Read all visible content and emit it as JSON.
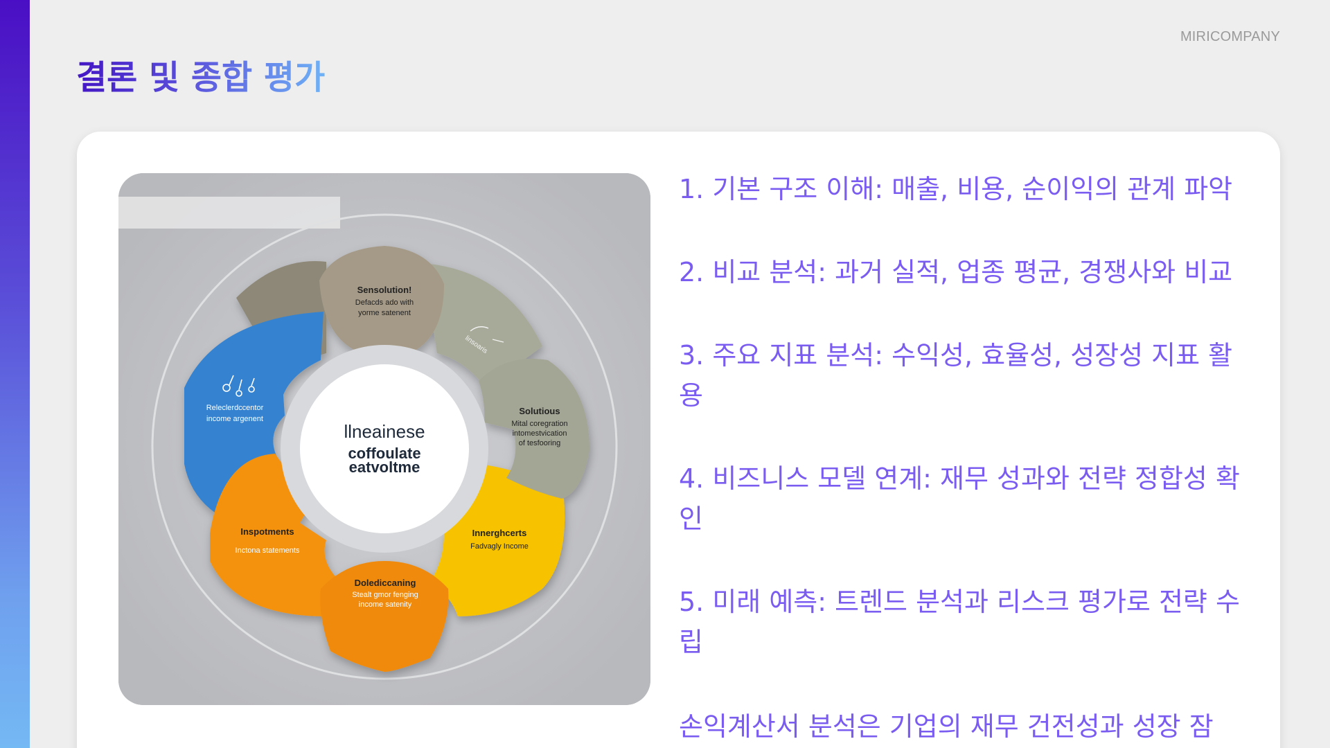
{
  "header": {
    "company": "MIRICOMPANY",
    "title": "결론 및 종합 평가"
  },
  "figure": {
    "center_line1": "llneainese",
    "center_line2": "coffoulate",
    "center_line3": "eatvoltme",
    "segments": [
      {
        "title": "Sensolution!",
        "line1": "Defacds ado with",
        "line2": "yorme satenent",
        "color": "#a59a87"
      },
      {
        "title": "",
        "line1": "linsoaris",
        "line2": "",
        "color": "#a7aa98"
      },
      {
        "title": "Solutious",
        "line1": "Mital coregration",
        "line2": "intomestvication",
        "line3": "of tesfooring",
        "color": "#a3a595"
      },
      {
        "title": "Innerghcerts",
        "line1": "Fadvagly Income",
        "line2": "",
        "color": "#f7c200"
      },
      {
        "title": "Dolediccaning",
        "line1": "Stealt gmor fenging",
        "line2": "income satenity",
        "color": "#f08a0c"
      },
      {
        "title": "Inspotments",
        "line1": "Inctona statements",
        "line2": "",
        "color": "#f4910e"
      },
      {
        "title": "Releclerdccentor",
        "line1": "income argenent",
        "line2": "",
        "color": "#3583d0"
      }
    ]
  },
  "bullets": [
    "1. 기본 구조 이해: 매출, 비용, 순이익의 관계 파악",
    "2. 비교 분석: 과거 실적, 업종 평균, 경쟁사와 비교",
    "3. 주요 지표 분석: 수익성, 효율성, 성장성 지표 활용",
    "4. 비즈니스 모델 연계: 재무 성과와 전략 정합성 확인",
    "5. 미래 예측: 트렌드 분석과 리스크 평가로 전략 수립"
  ],
  "summary": "손익계산서 분석은 기업의 재무 건전성과 성장 잠"
}
